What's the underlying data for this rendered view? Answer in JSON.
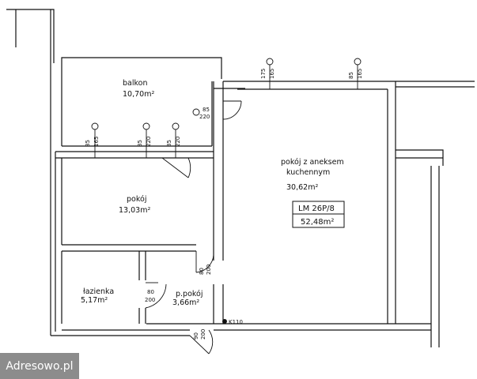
{
  "rooms": {
    "balkon": {
      "name": "balkon",
      "area": "10,70m²"
    },
    "pokoj": {
      "name": "pokój",
      "area": "13,03m²"
    },
    "lazienka": {
      "name": "łazienka",
      "area": "5,17m²"
    },
    "przedpokoj": {
      "name": "p.pokój",
      "area": "3,66m²"
    },
    "pokoj_aneks": {
      "name_line1": "pokój z aneksem",
      "name_line2": "kuchennym",
      "area": "30,62m²"
    }
  },
  "unit": {
    "code": "LM 26P/8",
    "area": "52,48m²"
  },
  "marker": "K110",
  "openings": {
    "balcony_door": {
      "w": "85",
      "h": "220"
    },
    "win_pokoj": {
      "w": "85",
      "h": "165"
    },
    "door_pokoj_balcony": {
      "w": "85",
      "h": "220"
    },
    "win_pokoj_2": {
      "w": "85",
      "h": "220"
    },
    "win_main_1": {
      "w": "175",
      "h": "165"
    },
    "win_main_2": {
      "w": "85",
      "h": "165"
    },
    "door_pokoj": {
      "w": "80",
      "h": "200"
    },
    "door_lazienka": {
      "w": "80",
      "h": "200"
    },
    "door_entry": {
      "w": "90",
      "h": "200"
    }
  },
  "watermark": "Adresowo.pl"
}
